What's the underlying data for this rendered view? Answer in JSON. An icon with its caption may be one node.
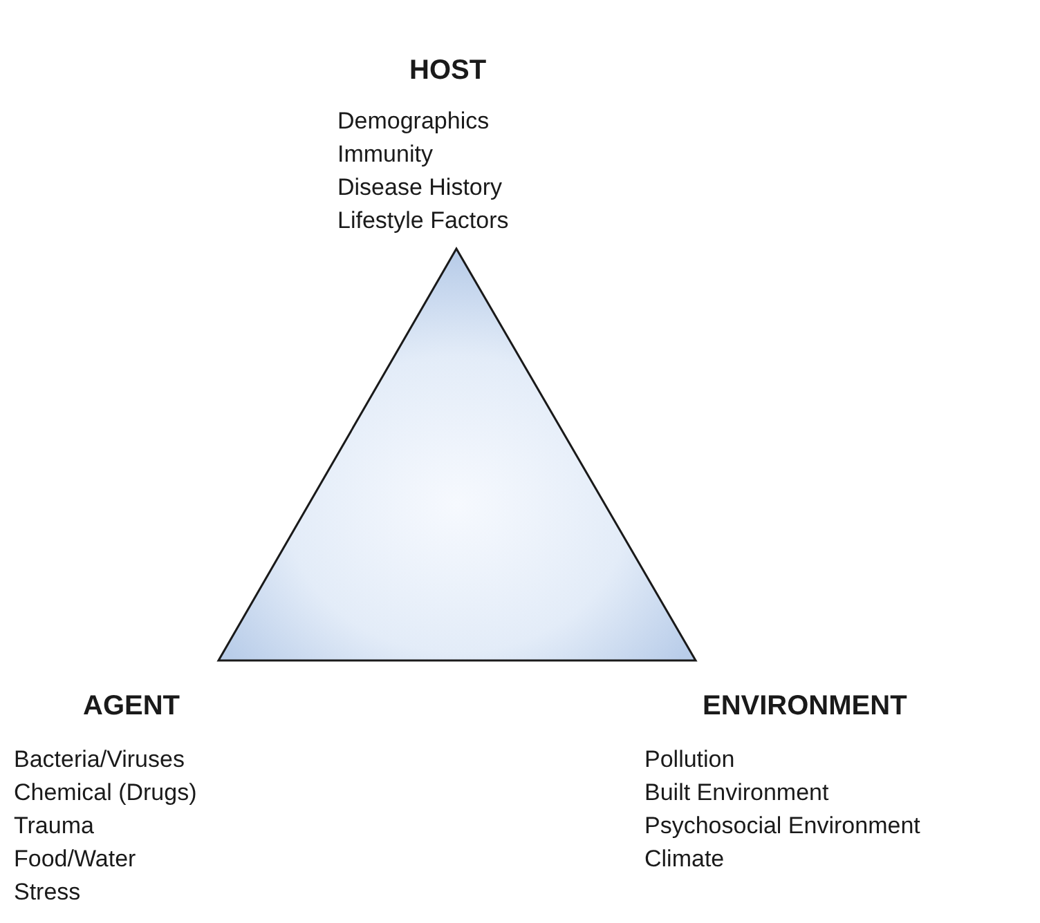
{
  "diagram": {
    "nodes": [
      {
        "text": [],
        "shape": "triangle"
      }
    ],
    "labels": [
      "HOST",
      "Demographics",
      "Immunity",
      "Disease History",
      "Lifestyle Factors",
      "AGENT",
      "Bacteria/Viruses",
      "Chemical (Drugs)",
      "Trauma",
      "Food/Water",
      "Stress",
      "ENVIRONMENT",
      "Pollution",
      "Built Environment",
      "Psychosocial Environment",
      "Climate"
    ]
  }
}
